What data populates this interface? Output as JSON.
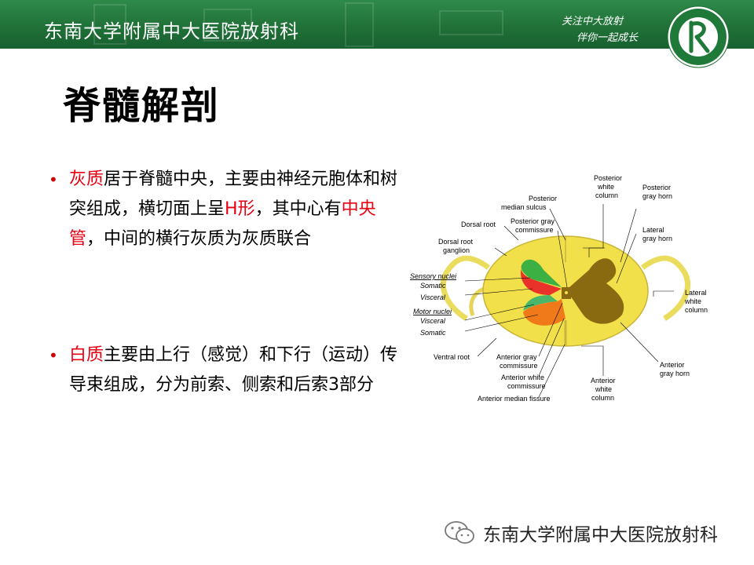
{
  "header": {
    "title": "东南大学附属中大医院放射科",
    "slogan_line1": "关注中大放射",
    "slogan_line2": "伴你一起成长"
  },
  "slide": {
    "title": "脊髓解剖",
    "bullet1": {
      "p1": "灰质",
      "p2": "居于脊髓中央，主要由神经元胞体和树突组成，横切面上呈",
      "p3": "H形",
      "p4": "，其中心有",
      "p5": "中央管",
      "p6": "，中间的横行灰质为灰质联合"
    },
    "bullet2": {
      "p1": "白质",
      "p2": "主要由上行（感觉）和下行（运动）传导束组成，分为前索、侧索和后索3部分"
    }
  },
  "diagram": {
    "labels": {
      "posterior_white_column": [
        "Posterior",
        "white",
        "column"
      ],
      "posterior_median_sulcus": [
        "Posterior",
        "median sulcus"
      ],
      "posterior_gray_commissure": [
        "Posterior gray",
        "commissure"
      ],
      "dorsal_root": "Dorsal root",
      "dorsal_root_ganglion": [
        "Dorsal root",
        "ganglion"
      ],
      "posterior_gray_horn": [
        "Posterior",
        "gray horn"
      ],
      "lateral_gray_horn": [
        "Lateral",
        "gray horn"
      ],
      "sensory_nuclei": "Sensory nuclei",
      "sensory_somatic": "Somatic",
      "sensory_visceral": "Visceral",
      "motor_nuclei": "Motor nuclei",
      "motor_visceral": "Visceral",
      "motor_somatic": "Somatic",
      "lateral_white_column": [
        "Lateral",
        "white",
        "column"
      ],
      "ventral_root": "Ventral root",
      "anterior_gray_commissure": [
        "Anterior gray",
        "commissure"
      ],
      "anterior_white_commissure": [
        "Anterior white",
        "commissure"
      ],
      "anterior_median_fissure": "Anterior median fissure",
      "anterior_white_column": [
        "Anterior",
        "white",
        "column"
      ],
      "anterior_gray_horn": [
        "Anterior",
        "gray horn"
      ]
    },
    "colors": {
      "white_matter": "#f2e04a",
      "gray_matter": "#8a6a10",
      "sensory_somatic": "#3cb043",
      "sensory_visceral": "#e8322a",
      "motor_visceral": "#49b76a",
      "motor_somatic": "#f07a1a"
    }
  },
  "watermark": {
    "text": "东南大学附属中大医院放射科",
    "icon": "wechat-icon"
  }
}
